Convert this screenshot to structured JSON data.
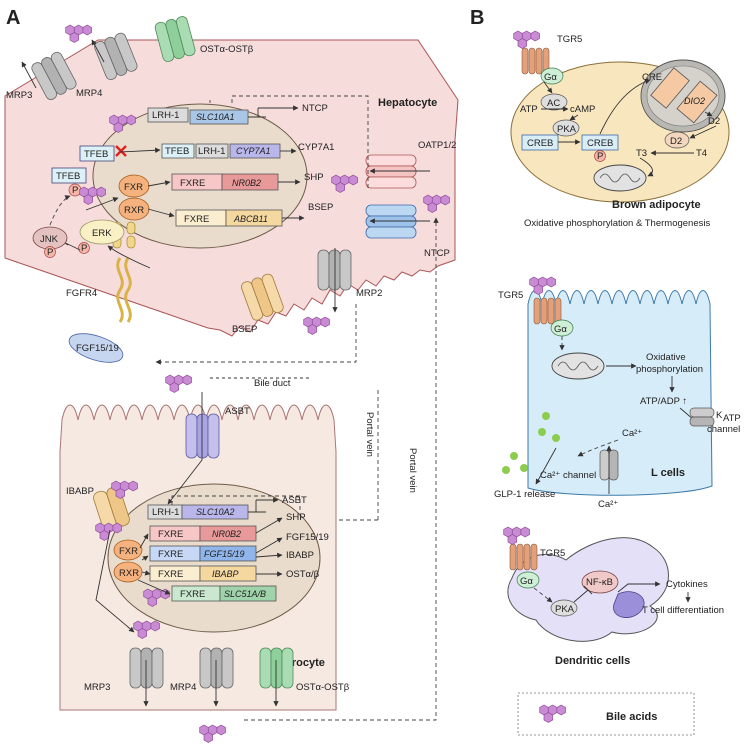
{
  "panels": {
    "a": "A",
    "b": "B"
  },
  "cells": {
    "hepatocyte": "Hepatocyte",
    "enterocyte": "Enterocyte",
    "brown_adipocyte": "Brown adipocyte",
    "l_cells": "L cells",
    "dendritic": "Dendritic cells"
  },
  "transporters": {
    "ost_top": "OSTα-OSTβ",
    "mrp4_top": "MRP4",
    "mrp3_top": "MRP3",
    "oatp": "OATP1/2",
    "ntcp": "NTCP",
    "mrp2": "MRP2",
    "bsep": "BSEP",
    "fgfr4": "FGFR4",
    "fgf": "FGF15/19",
    "asbt": "ASBT",
    "ibabp": "IBABP",
    "mrp3_bot": "MRP3",
    "mrp4_bot": "MRP4",
    "ost_bot": "OSTα-OSTβ"
  },
  "ducts": {
    "bile_duct": "Bile duct",
    "portal_vein_1": "Portal vein",
    "portal_vein_2": "Portal vein"
  },
  "hep": {
    "tfeb1": "TFEB",
    "tfeb2": "TFEB",
    "p": "P",
    "jnk": "JNK",
    "erk": "ERK",
    "fxr": "FXR",
    "rxr": "RXR",
    "lrh1": "LRH-1",
    "slc10a1": "SLC10A1",
    "tfeb_n": "TFEB",
    "lrh1_n": "LRH-1",
    "cyp7a1": "CYP7A1",
    "fxre1": "FXRE",
    "nr0b2": "NR0B2",
    "fxre2": "FXRE",
    "abcb11": "ABCB11",
    "out_ntcp": "NTCP",
    "out_cyp": "CYP7A1",
    "out_shp": "SHP",
    "out_bsep": "BSEP"
  },
  "ent": {
    "lrh1": "LRH-1",
    "slc10a2": "SLC10A2",
    "fxre1": "FXRE",
    "nr0b2": "NR0B2",
    "fxre2": "FXRE",
    "fgf1519": "FGF15/19",
    "fxre3": "FXRE",
    "ibabp_g": "IBABP",
    "fxre4": "FXRE",
    "slc51": "SLC51A/B",
    "fxr": "FXR",
    "rxr": "RXR",
    "out_asbt": "ASBT",
    "out_shp": "SHP",
    "out_fgf": "FGF15/19",
    "out_ibabp": "IBABP",
    "out_ost": "OSTα/β"
  },
  "bat": {
    "tgr5": "TGR5",
    "ga": "Gα",
    "ac": "AC",
    "atp": "ATP",
    "camp": "cAMP",
    "pka": "PKA",
    "creb1": "CREB",
    "creb2": "CREB",
    "p": "P",
    "cre": "CRE",
    "dio2": "DIO2",
    "d2": "D2",
    "d2b": "D2",
    "t3": "T3",
    "t4": "T4",
    "oxphos": "Oxidative phosphorylation & Thermogenesis"
  },
  "lcell": {
    "tgr5": "TGR5",
    "ga": "Gα",
    "oxphos1": "Oxidative",
    "oxphos2": "phosphorylation",
    "atp": "ATP/ADP ↑",
    "katp": "K",
    "katp_sub": "ATP",
    "katp_rest": " channel",
    "ca1": "Ca²⁺",
    "ca_channel": "Ca²⁺ channel",
    "ca2": "Ca²⁺",
    "glp1": "GLP-1 release"
  },
  "dc": {
    "tgr5": "TGR5",
    "ga": "Gα",
    "nfkb": "NF-κB",
    "pka": "PKA",
    "cytokines": "Cytokines",
    "tcell": "T cell differentiation"
  },
  "legend": {
    "label": "Bile acids"
  },
  "colors": {
    "hepatocyte": "#f7dcdc",
    "enterocyte": "#f6e9e2",
    "adipocyte": "#f8e6bf",
    "lcell": "#d7ecf9",
    "dendritic": "#e3e0f7",
    "bile_acid": "#c98bd3"
  }
}
